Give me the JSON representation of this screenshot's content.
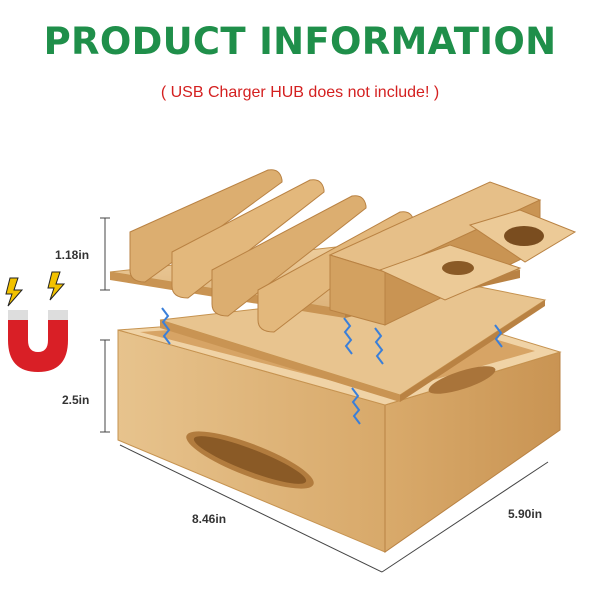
{
  "header": {
    "title": "PRODUCT INFORMATION",
    "subtitle": "( USB Charger HUB does not include! )"
  },
  "dimensions": {
    "height_top": "1.18in",
    "height_base": "2.5in",
    "length": "8.46in",
    "width": "5.90in"
  },
  "colors": {
    "title": "#1f8f4a",
    "subtitle": "#d42020",
    "bamboo_light": "#e6c08a",
    "bamboo_mid": "#d9a868",
    "bamboo_dark": "#c48d4e",
    "magnet_red": "#d91f26",
    "spark_blue": "#3a7fd9",
    "lightning_yellow": "#f2c200"
  },
  "icons": {
    "magnet": "horseshoe-magnet-icon",
    "lightning": "lightning-bolt-icon",
    "spark": "magnetic-spark-icon"
  }
}
